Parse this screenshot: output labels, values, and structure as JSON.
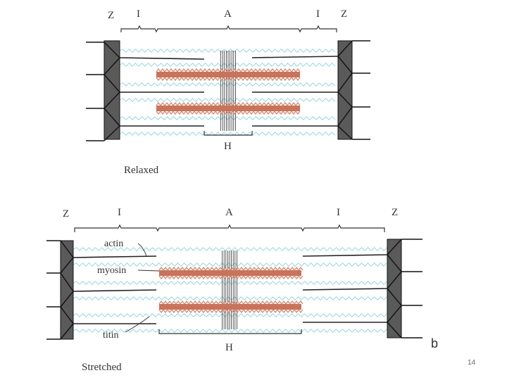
{
  "relaxed": {
    "labels": {
      "z_left": "Z",
      "i_left": "I",
      "a": "A",
      "i_right": "I",
      "z_right": "Z",
      "h": "H"
    },
    "caption": "Relaxed"
  },
  "stretched": {
    "labels": {
      "z_left": "Z",
      "i_left": "I",
      "a": "A",
      "i_right": "I",
      "z_right": "Z",
      "h": "H"
    },
    "callouts": {
      "actin": "actin",
      "myosin": "myosin",
      "titin": "titin"
    },
    "caption": "Stretched",
    "panel_letter": "b"
  },
  "slide_number": "14",
  "colors": {
    "myosin": "#c8735b",
    "myosin_heads": "#d98a72",
    "titin": "#8fd3e0",
    "z_disc": "#5a5a5a"
  }
}
